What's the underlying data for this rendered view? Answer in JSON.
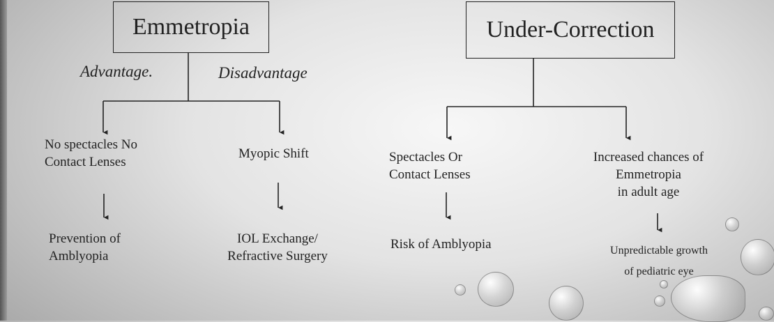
{
  "left": {
    "title": "Emmetropia",
    "advantage_label": "Advantage.",
    "disadvantage_label": "Disadvantage",
    "branch_a": {
      "line1": "No spectacles  No",
      "line2": "Contact Lenses"
    },
    "branch_a_outcome": {
      "line1": "Prevention of",
      "line2": "Amblyopia"
    },
    "branch_b": {
      "line1": "Myopic Shift"
    },
    "branch_b_outcome": {
      "line1": "IOL Exchange/",
      "line2": "Refractive Surgery"
    }
  },
  "right": {
    "title": "Under-Correction",
    "branch_a": {
      "line1": "Spectacles Or",
      "line2": "Contact Lenses"
    },
    "branch_a_outcome": {
      "line1": "Risk of Amblyopia"
    },
    "branch_b": {
      "line1": "Increased chances of",
      "line2": "Emmetropia",
      "line3": "in adult age"
    },
    "branch_b_outcome": {
      "line1": "Unpredictable growth",
      "line2": "of pediatric eye"
    }
  }
}
